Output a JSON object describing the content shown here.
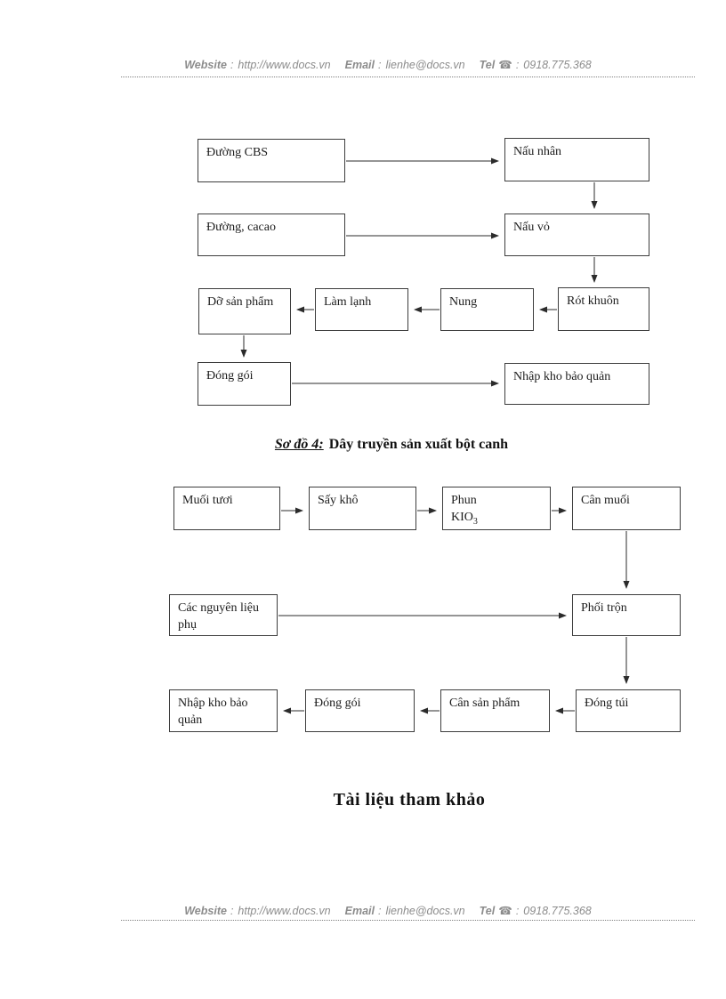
{
  "header": {
    "website_label": "Website",
    "website_sep": ":",
    "website_value": "http://www.docs.vn",
    "email_label": "Email",
    "email_sep": ":",
    "email_value": "lienhe@docs.vn",
    "tel_label": "Tel",
    "phone_icon": "☎",
    "tel_sep": ":",
    "tel_value": "0918.775.368"
  },
  "footer": {
    "website_label": "Website",
    "website_sep": ":",
    "website_value": "http://www.docs.vn",
    "email_label": "Email",
    "email_sep": ":",
    "email_value": "lienhe@docs.vn",
    "tel_label": "Tel",
    "phone_icon": "☎",
    "tel_sep": ":",
    "tel_value": "0918.775.368"
  },
  "diagram_chocolate": {
    "duong_cbs": "Đường CBS",
    "nau_nhan": "Nấu nhân",
    "duong_cacao": "Đường, cacao",
    "nau_vo": "Nấu vỏ",
    "do_san_pham": "Dỡ sản phẩm",
    "lam_lanh": "Làm lạnh",
    "nung": "Nung",
    "rot_khuon": "Rót khuôn",
    "dong_goi": "Đóng gói",
    "nhap_kho_bao_quan": "Nhập kho bảo quản"
  },
  "diagram_title": {
    "label": "Sơ đồ 4:",
    "text": "Dây truyền sản xuất bột canh"
  },
  "diagram_bot_canh": {
    "muoi_tuoi": "Muối tươi",
    "say_kho": "Sấy khô",
    "phun": {
      "line1": "Phun",
      "formula": "KIO",
      "subscript": "3"
    },
    "can_muoi": "Cân muối",
    "cac_nguyen_lieu_phu": "Các nguyên liệu phụ",
    "phoi_tron": "Phối trộn",
    "nhap_kho_bao_quan": "Nhập kho bảo quản",
    "dong_goi": "Đóng gói",
    "can_san_pham": "Cân sản phẩm",
    "dong_tui": "Đóng túi"
  },
  "references_heading": "Tài liệu tham khảo"
}
